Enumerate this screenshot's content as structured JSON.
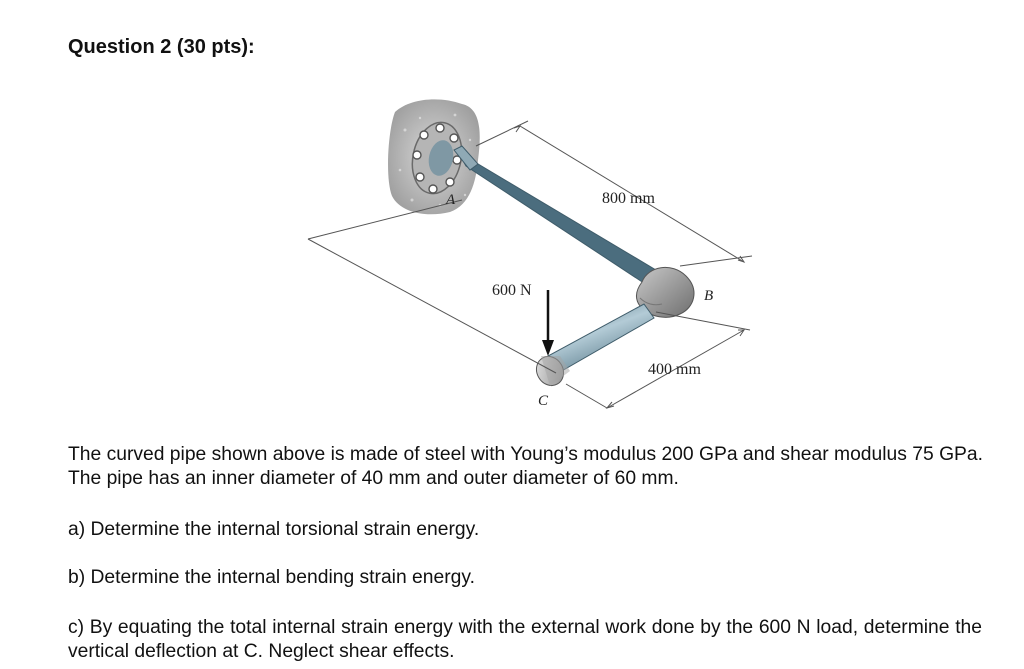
{
  "question": {
    "title": "Question 2 (30 pts):"
  },
  "figure": {
    "labels": {
      "point_a": "A",
      "point_b": "B",
      "point_c": "C",
      "dim_ab": "800 mm",
      "dim_bc": "400 mm",
      "load": "600 N"
    }
  },
  "text": {
    "statement": "The curved pipe shown above is made of steel with Young’s modulus 200 GPa and shear modulus 75 GPa. The pipe has an inner diameter of 40 mm and outer diameter of 60 mm.",
    "part_a": "a) Determine the internal torsional strain energy.",
    "part_b": "b) Determine the internal bending strain energy.",
    "part_c": "c) By equating the total internal strain energy with the external work done by the 600 N load, determine the vertical deflection at C. Neglect shear effects."
  }
}
